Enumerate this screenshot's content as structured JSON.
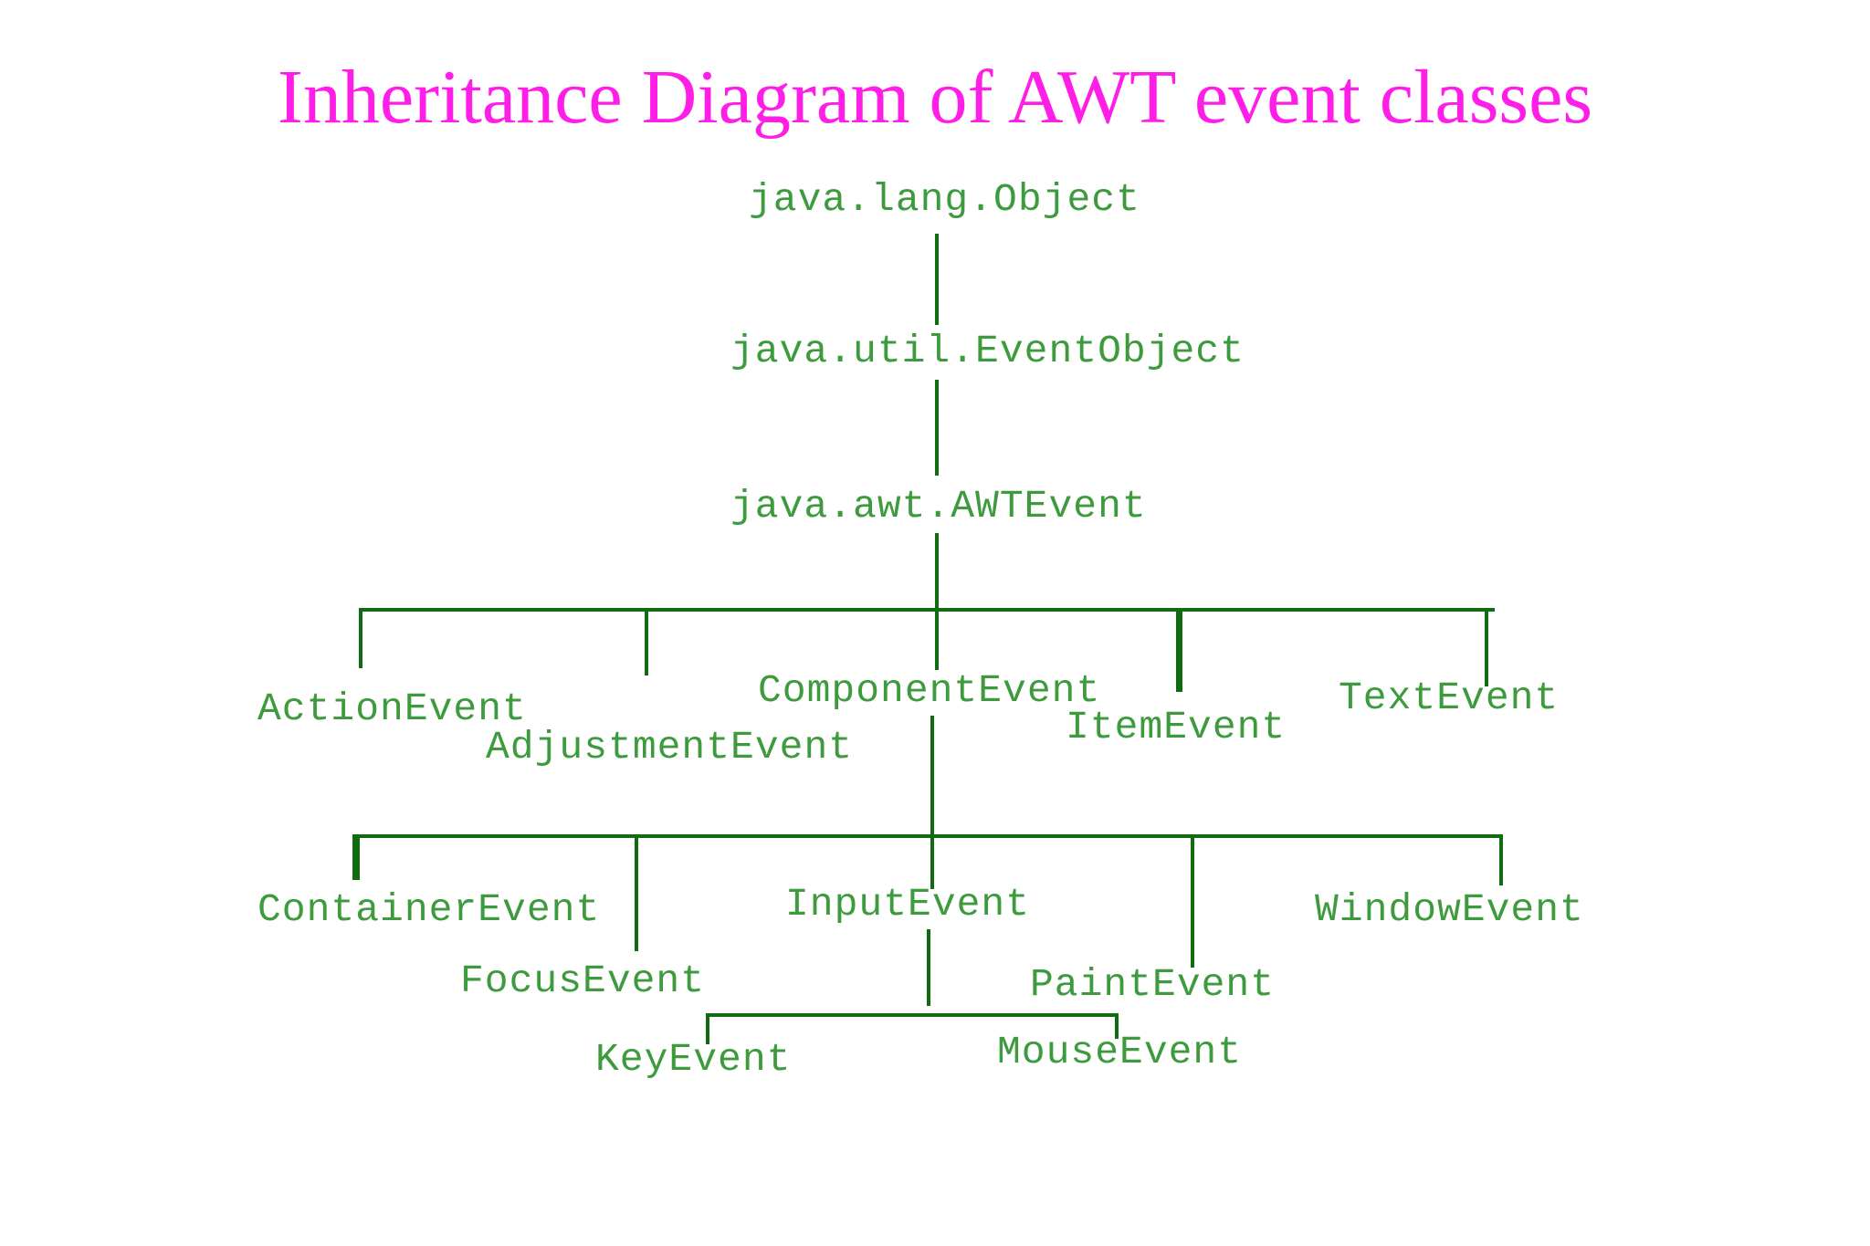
{
  "title": "Inheritance Diagram of AWT event classes",
  "colors": {
    "title": "#ff1ee8",
    "node_text": "#3d9b3d",
    "connector": "#116b11",
    "background": "#ffffff"
  },
  "nodes": {
    "object": "java.lang.Object",
    "event_object": "java.util.EventObject",
    "awt_event": "java.awt.AWTEvent",
    "action_event": "ActionEvent",
    "adjustment_event": "AdjustmentEvent",
    "component_event": "ComponentEvent",
    "item_event": "ItemEvent",
    "text_event": "TextEvent",
    "container_event": "ContainerEvent",
    "focus_event": "FocusEvent",
    "input_event": "InputEvent",
    "paint_event": "PaintEvent",
    "window_event": "WindowEvent",
    "key_event": "KeyEvent",
    "mouse_event": "MouseEvent"
  }
}
